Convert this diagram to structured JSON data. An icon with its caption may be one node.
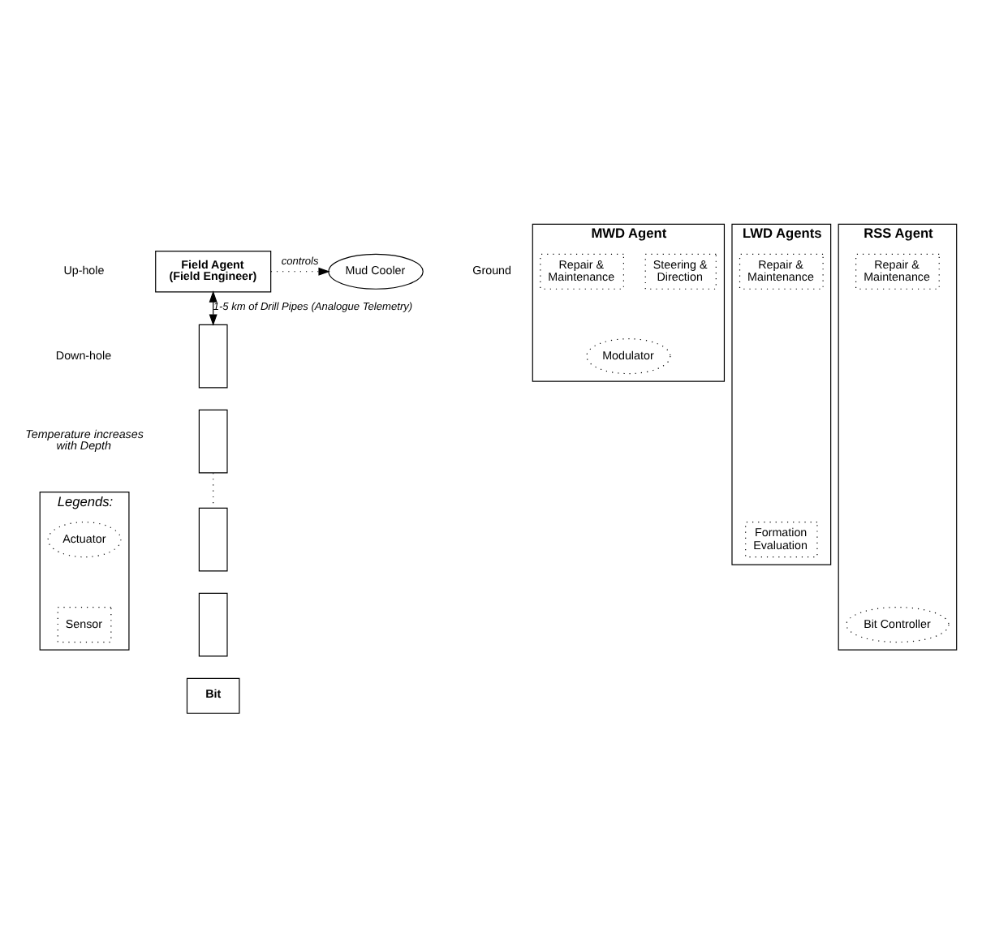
{
  "diagram": {
    "nodes": [
      {
        "text": [
          "Field Agent (Field Engineer)"
        ]
      },
      {
        "text": [
          "Mud Cooler"
        ]
      },
      {
        "text": [],
        "shape": "box"
      },
      {
        "text": [],
        "shape": "box"
      },
      {
        "text": [],
        "shape": "box"
      },
      {
        "text": [],
        "shape": "box"
      },
      {
        "text": [
          "Bit"
        ]
      },
      {
        "text": [
          "MWD Agent"
        ]
      },
      {
        "text": [
          "Steering & Direction"
        ],
        "in": 7
      },
      {
        "text": [
          "Modulator"
        ],
        "in": 7
      },
      {
        "text": [
          "Repair & Maintenance"
        ],
        "in": 7
      },
      {
        "text": [
          "LWD Agents"
        ]
      },
      {
        "text": [
          "Formation Evaluation"
        ],
        "in": 11
      },
      {
        "text": [
          "Repair & Maintenance"
        ],
        "in": 11
      },
      {
        "text": [
          "RSS Agent"
        ]
      },
      {
        "text": [
          "Bit Controller"
        ],
        "in": 14
      },
      {
        "text": [
          "Repair & Maintenance"
        ],
        "in": 14
      },
      {
        "text": [
          "Legends:"
        ]
      },
      {
        "text": [
          "Actuator"
        ],
        "in": 17
      },
      {
        "text": [
          "Sensor"
        ],
        "in": 17
      }
    ],
    "edges": [
      {
        "from": 0,
        "to": 1,
        "arrow": "to",
        "label": "controls",
        "style": "dashed"
      },
      {
        "from": 0,
        "to": 2,
        "arrow": "both",
        "label": "1-5 km of Drill Pipes (Analogue Telemetry)"
      },
      {
        "from": 3,
        "to": 4,
        "arrow": "none",
        "style": "dashed"
      }
    ],
    "labels": [
      "Up-hole",
      "Ground",
      "Down-hole",
      "Temperature increases with Depth"
    ]
  }
}
